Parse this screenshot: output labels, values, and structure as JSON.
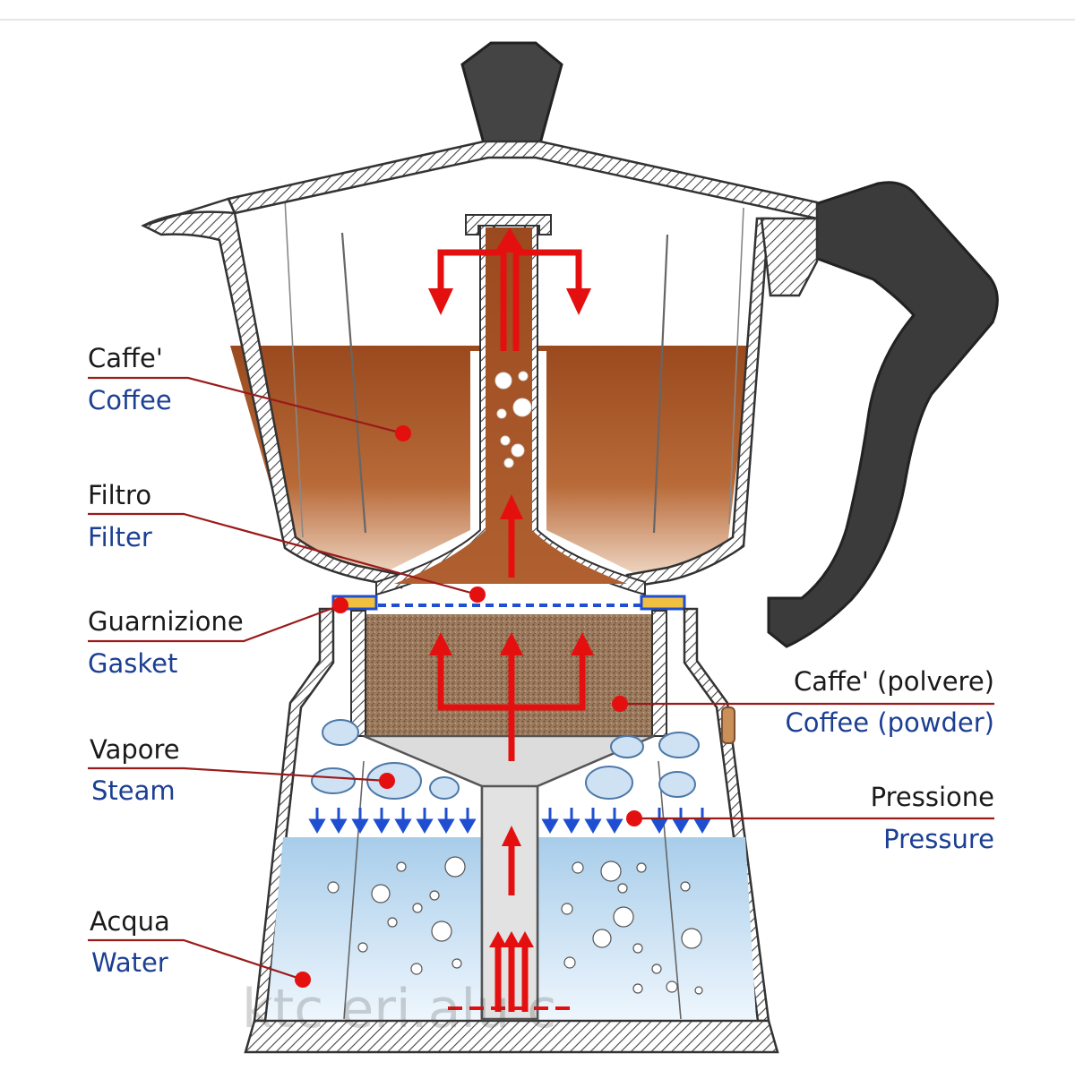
{
  "labels": {
    "coffee": {
      "it": "Caffe'",
      "en": "Coffee"
    },
    "filter": {
      "it": "Filtro",
      "en": "Filter"
    },
    "gasket": {
      "it": "Guarnizione",
      "en": "Gasket"
    },
    "steam": {
      "it": "Vapore",
      "en": "Steam"
    },
    "water": {
      "it": "Acqua",
      "en": "Water"
    },
    "powder": {
      "it": "Caffe' (polvere)",
      "en": "Coffee (powder)"
    },
    "pressure": {
      "it": "Pressione",
      "en": "Pressure"
    }
  },
  "watermark": "ktc  eri.alu   c",
  "colors": {
    "coffee": "#9c4a1e",
    "water": "#a9cdea",
    "flow_arrow": "#e41010",
    "pressure_arrow": "#1f4fd0",
    "leader_line": "#9b1a1a",
    "handle": "#3a3a3a",
    "italian_text": "#1a1a1a",
    "english_text": "#1c3f94"
  }
}
